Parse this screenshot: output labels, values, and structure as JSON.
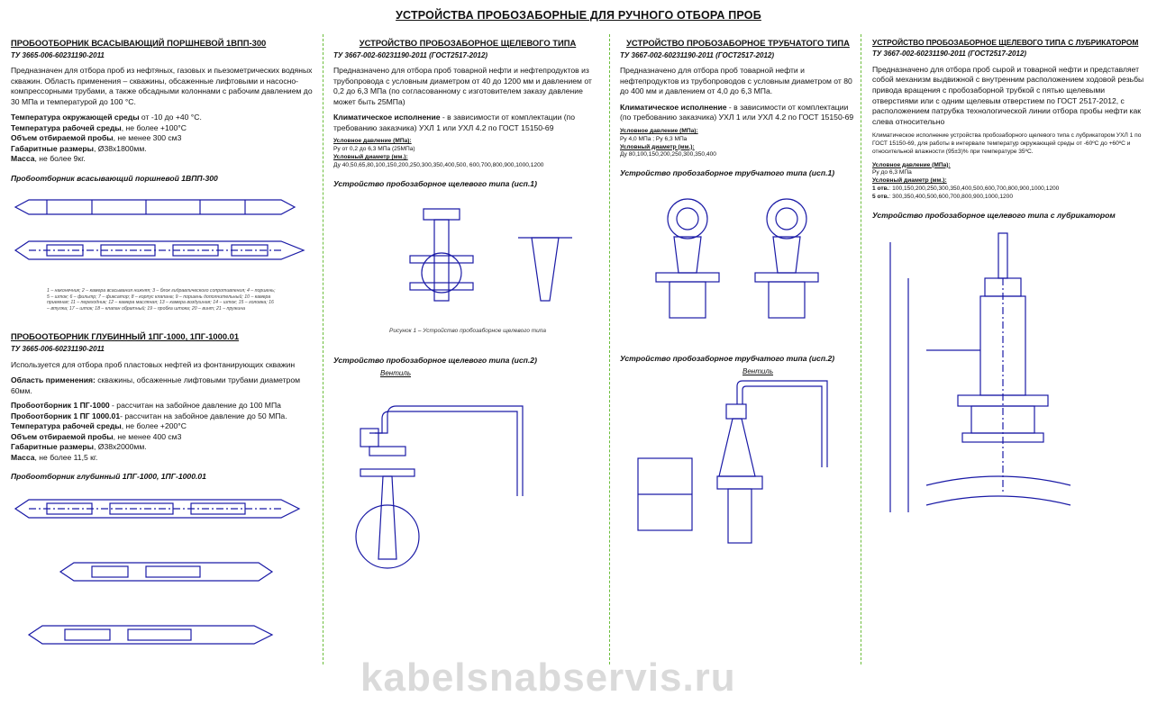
{
  "page_title": "УСТРОЙСТВА ПРОБОЗАБОРНЫЕ ДЛЯ РУЧНОГО ОТБОРА ПРОБ",
  "col1": {
    "h1": "ПРОБООТБОРНИК ВСАСЫВАЮЩИЙ ПОРШНЕВОЙ 1ВПП-300",
    "spec1": "ТУ 3665-006-60231190-2011",
    "p1": "Предназначен для отбора проб из нефтяных, газовых и пьезометрических водяных скважин. Область применения – скважины, обсаженные лифтовыми и насосно-компрессорными трубами, а также обсадными колоннами с рабочим давлением до 30 МПа и температурой до 100 °С.",
    "r1l": "Температура окружающей среды",
    "r1v": " от -10 до +40 °С.",
    "r2l": "Температура рабочей среды",
    "r2v": ", не более +100°С",
    "r3l": "Объем отбираемой пробы",
    "r3v": ", не менее 300 см3",
    "r4l": "Габаритные размеры",
    "r4v": ", Ø38х1800мм.",
    "r5l": "Масса",
    "r5v": ", не более 9кг.",
    "cap1": "Пробоотборник всасывающий поршневой 1ВПП-300",
    "legend1": "1 – наконечник; 2 – камера всасывания нижняя; 3 – блок гидравлического сопротивления; 4 – поршень; 5 – шток; 6 – фильтр; 7 – фиксатор; 8 – корпус клапана; 9 – поршень дополнительный; 10 – камера приемная; 11 – переходник; 12 – камера масляная; 13 – камера воздушная; 14 – шток; 15 – головка; 16 – втулка; 17 – шток; 18 – клапан обратный; 19 – пробка штока; 20 – винт; 21 – пружина",
    "h2": "ПРОБООТБОРНИК ГЛУБИННЫЙ 1ПГ-1000, 1ПГ-1000.01",
    "spec2": "ТУ 3665-006-60231190-2011",
    "p2": "Используется для отбора проб пластовых нефтей из фонтанирующих скважин",
    "app_l": "Область применения:",
    "app_v": " скважины, обсаженные лифтовыми трубами диаметром 60мм.",
    "s1l": "Пробоотборник 1 ПГ-1000",
    "s1v": " - рассчитан на забойное давление до 100 МПа",
    "s2l": "Пробоотборник 1 ПГ 1000.01",
    "s2v": "- рассчитан на забойное давление до 50 МПа.",
    "s3l": "Температура рабочей среды",
    "s3v": ", не более +200°С",
    "s4l": "Объем отбираемой пробы",
    "s4v": ", не менее 400 см3",
    "s5l": "Габаритные размеры",
    "s5v": ", Ø38х2000мм.",
    "s6l": "Масса",
    "s6v": ", не более 11,5 кг.",
    "cap2": "Пробоотборник глубинный 1ПГ-1000, 1ПГ-1000.01"
  },
  "col2": {
    "h": "УСТРОЙСТВО ПРОБОЗАБОРНОЕ ЩЕЛЕВОГО ТИПА",
    "spec": "ТУ 3667-002-60231190-2011 (ГОСТ2517-2012)",
    "p1": "Предназначено для отбора проб товарной нефти и нефтепродуктов из трубопровода с условным диаметром от 40 до 1200 мм и давлением от 0,2 до 6,3 МПа (по согласованному с изготовителем заказу давление может быть 25МПа)",
    "climate_l": "Климатическое исполнение",
    "climate_v": " - в зависимости от комплектации (по требованию заказчика) УХЛ 1 или УХЛ 4.2 по ГОСТ 15150-69",
    "press_l": "Условное давление (МПа):",
    "press_v": "Ру от 0,2 до 6,3 МПа (25МПа)",
    "diam_l": "Условный диаметр (мм.):",
    "diam_v": "Ду 40,50,65,80,100,150,200,250,300,350,400,500, 600,700,800,900,1000,1200",
    "cap1": "Устройство пробозаборное щелевого типа (исп.1)",
    "fig": "Рисунок 1 – Устройство пробозаборное щелевого типа",
    "cap2": "Устройство пробозаборное щелевого типа (исп.2)",
    "valve": "Вентиль"
  },
  "col3": {
    "h": "УСТРОЙСТВО ПРОБОЗАБОРНОЕ ТРУБЧАТОГО ТИПА",
    "spec": "ТУ 3667-002-60231190-2011 (ГОСТ2517-2012)",
    "p1": "Предназначено для отбора проб товарной нефти и нефтепродуктов из трубопроводов с условным диаметром от 80 до 400 мм и давлением от 4,0 до 6,3 МПа.",
    "climate_l": "Климатическое исполнение",
    "climate_v": " - в зависимости от комплектации (по требованию заказчика) УХЛ 1 или УХЛ 4.2 по ГОСТ 15150-69",
    "press_l": "Условное давление (МПа):",
    "press_v": "Ру 4,0 МПа ; Ру 6,3 МПа",
    "diam_l": "Условный диаметр (мм.):",
    "diam_v": "Ду 80,100,150,200,250,300,350,400",
    "cap1": "Устройство пробозаборное трубчатого типа (исп.1)",
    "cap2": "Устройство пробозаборное трубчатого типа (исп.2)",
    "valve": "Вентиль"
  },
  "col4": {
    "h": "УСТРОЙСТВО ПРОБОЗАБОРНОЕ ЩЕЛЕВОГО ТИПА С ЛУБРИКАТОРОМ",
    "spec": "ТУ 3667-002-60231190-2011 (ГОСТ2517-2012)",
    "p1": "Предназначено для отбора проб сырой и товарной нефти и представляет собой механизм выдвижной с внутренним расположением ходовой резьбы привода вращения с пробозаборной трубкой с пятью щелевыми отверстиями или с одним щелевым отверстием по ГОСТ 2517-2012, с расположением патрубка технологической линии отбора пробы нефти как слева относительно",
    "p2": "Климатическое исполнение устройства пробозаборного щелевого типа с лубрикатором УХЛ 1 по ГОСТ 15150-69, для работы в интервале температур окружающей среды от -60ºС до +60ºС и относительной влажности (95±3)% при температуре 35ºС.",
    "press_l": "Условное давление (МПа):",
    "press_v": "Ру до 6,3 МПа",
    "diam_l": "Условный диаметр (мм.):",
    "d1l": "1 отв.",
    "d1v": ": 100,150,200,250,300,350,400,500,600,700,800,900,1000,1200",
    "d5l": "5 отв.",
    "d5v": ": 300,350,400,500,600,700,800,900,1000,1200",
    "cap": "Устройство пробозаборное щелевого типа с лубрикатором"
  },
  "watermark": "kabelsnabservis.ru",
  "accent_color": "#6bbd3a",
  "drawing_color": "#1a1aa6"
}
